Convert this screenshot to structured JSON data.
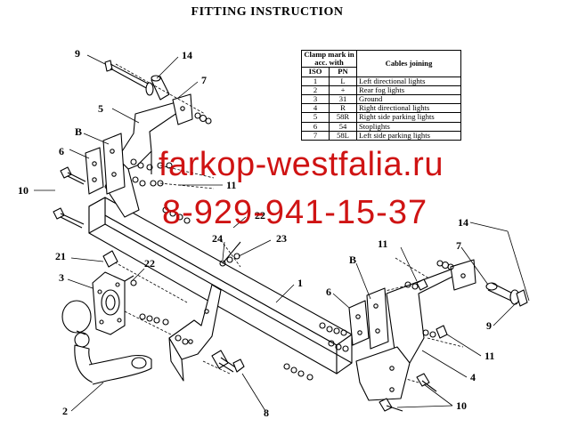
{
  "title": "FITTING INSTRUCTION",
  "watermark": {
    "site": "farkop-westfalia.ru",
    "phone": "8-929-941-15-37"
  },
  "table": {
    "header_clamp": "Clamp mark in acc. with",
    "header_cables": "Cables joining",
    "col_iso": "ISO",
    "col_pn": "PN",
    "rows": [
      {
        "iso": "1",
        "pn": "L",
        "desc": "Left directional lights"
      },
      {
        "iso": "2",
        "pn": "+",
        "desc": "Rear fog lights"
      },
      {
        "iso": "3",
        "pn": "31",
        "desc": "Ground"
      },
      {
        "iso": "4",
        "pn": "R",
        "desc": "Right directional lights"
      },
      {
        "iso": "5",
        "pn": "58R",
        "desc": "Right side parking lights"
      },
      {
        "iso": "6",
        "pn": "54",
        "desc": "Stoplights"
      },
      {
        "iso": "7",
        "pn": "58L",
        "desc": "Left side parking lights"
      }
    ]
  },
  "labels": {
    "l9a": "9",
    "l14a": "14",
    "l7a": "7",
    "l5": "5",
    "lBa": "B",
    "l6a": "6",
    "l10a": "10",
    "l11a": "11",
    "l22a": "22",
    "l24": "24",
    "l23": "23",
    "l21": "21",
    "l22b": "22",
    "l3": "3",
    "l1": "1",
    "l2": "2",
    "l8": "8",
    "l11b": "11",
    "lBb": "B",
    "l6b": "6",
    "l14b": "14",
    "l7b": "7",
    "l9b": "9",
    "l11c": "11",
    "l4": "4",
    "l10b": "10"
  }
}
